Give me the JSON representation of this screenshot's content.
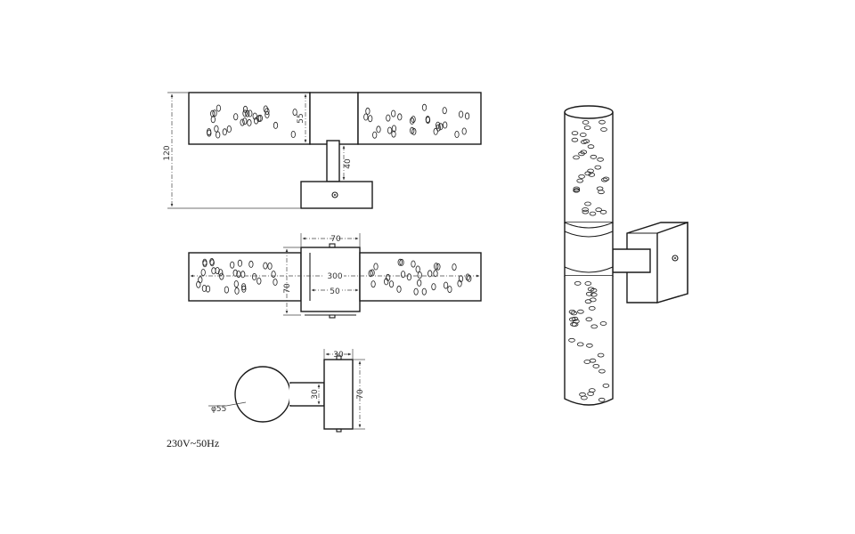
{
  "dimensions": {
    "height_total": "120",
    "tube_diameter_front": "55",
    "arm_length": "40",
    "bracket_width": "70",
    "total_length": "300",
    "center_width": "50",
    "bracket_height_top": "70",
    "arm_depth": "30",
    "side_arm_height": "30",
    "side_bracket_height": "70",
    "tube_diameter_side": "φ55"
  },
  "note": "230V~50Hz"
}
